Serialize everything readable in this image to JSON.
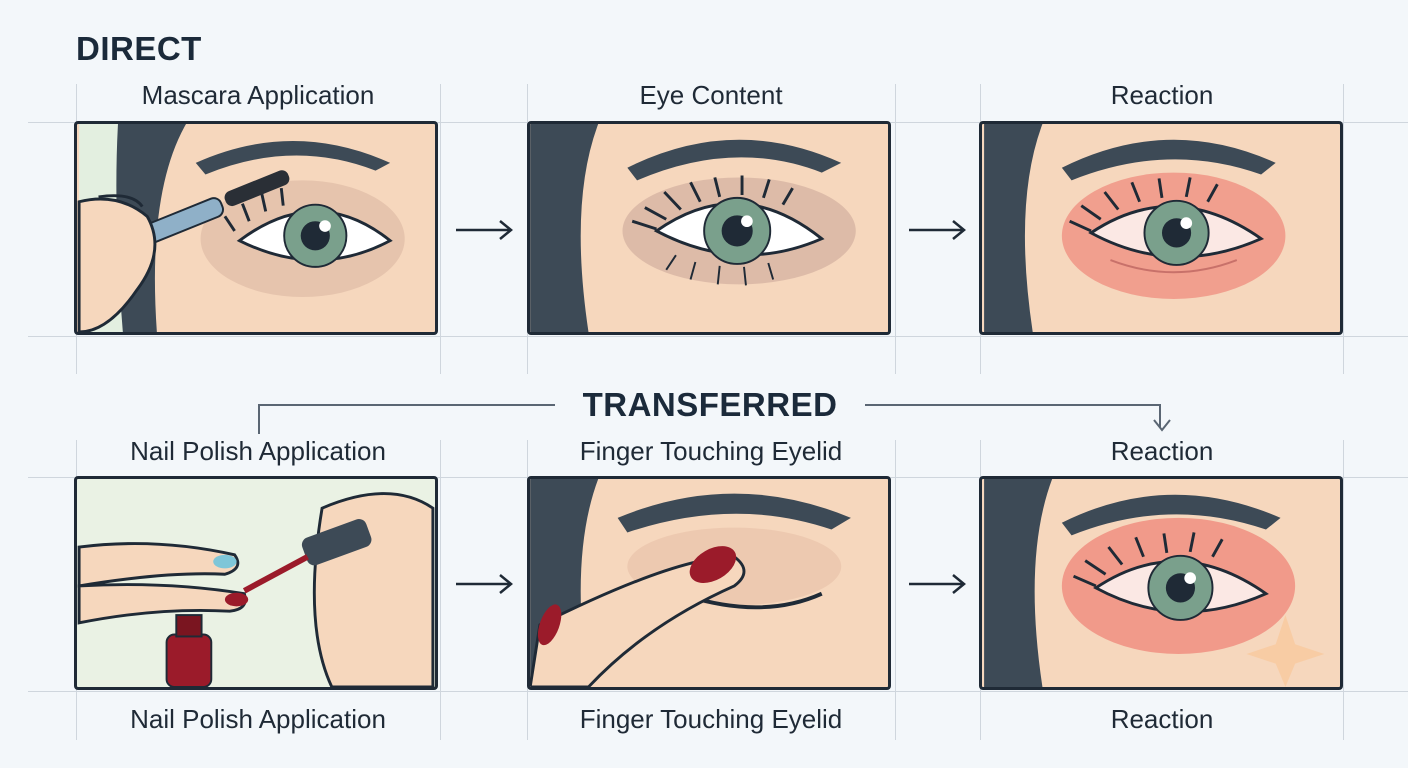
{
  "sections": {
    "direct": {
      "title": "DIRECT",
      "labels": [
        "Mascara Application",
        "Eye Content",
        "Reaction"
      ]
    },
    "transferred": {
      "title": "TRANSFERRED",
      "top_labels": [
        "Nail Polish Application",
        "Finger Touching Eyelid",
        "Reaction"
      ],
      "bottom_labels": [
        "Nail Polish Application",
        "Finger Touching Eyelid",
        "Reaction"
      ]
    }
  },
  "colors": {
    "skin": "#f6d7bd",
    "hair": "#3d4a56",
    "iris": "#7aa08c",
    "irritation": "#ee7a6e",
    "polish": "#9b1b2a",
    "outline": "#1f2a36"
  },
  "icons": [
    "right-arrow-icon",
    "down-arrow-icon"
  ]
}
